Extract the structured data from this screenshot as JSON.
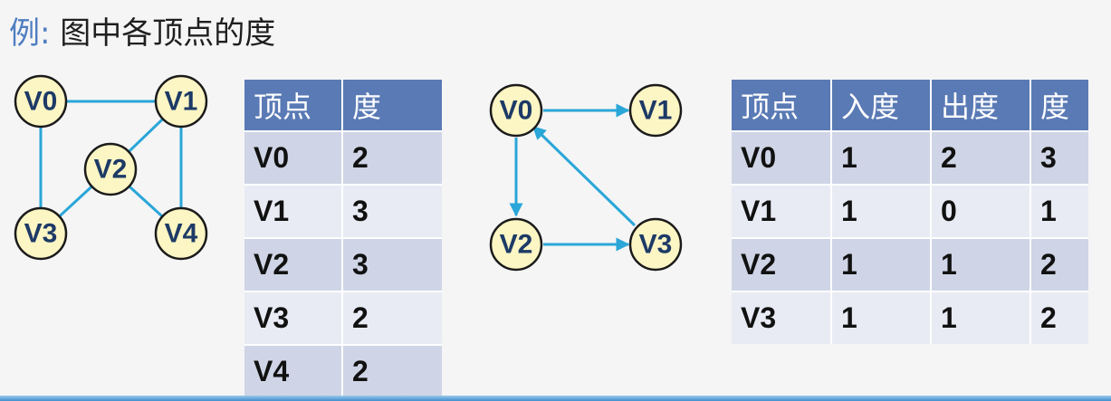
{
  "title": {
    "prefix": "例:",
    "text": "图中各顶点的度"
  },
  "undirected_graph": {
    "nodes": [
      "V0",
      "V1",
      "V2",
      "V3",
      "V4"
    ],
    "edges": [
      [
        "V0",
        "V1"
      ],
      [
        "V0",
        "V3"
      ],
      [
        "V1",
        "V2"
      ],
      [
        "V1",
        "V4"
      ],
      [
        "V2",
        "V3"
      ],
      [
        "V2",
        "V4"
      ]
    ]
  },
  "undirected_table": {
    "headers": [
      "顶点",
      "度"
    ],
    "rows": [
      [
        "V0",
        "2"
      ],
      [
        "V1",
        "3"
      ],
      [
        "V2",
        "3"
      ],
      [
        "V3",
        "2"
      ],
      [
        "V4",
        "2"
      ]
    ]
  },
  "directed_graph": {
    "nodes": [
      "V0",
      "V1",
      "V2",
      "V3"
    ],
    "arcs": [
      [
        "V0",
        "V1"
      ],
      [
        "V0",
        "V2"
      ],
      [
        "V2",
        "V3"
      ],
      [
        "V3",
        "V0"
      ]
    ]
  },
  "directed_table": {
    "headers": [
      "顶点",
      "入度",
      "出度",
      "度"
    ],
    "rows": [
      [
        "V0",
        "1",
        "2",
        "3"
      ],
      [
        "V1",
        "1",
        "0",
        "1"
      ],
      [
        "V2",
        "1",
        "1",
        "2"
      ],
      [
        "V3",
        "1",
        "1",
        "2"
      ]
    ]
  },
  "colors": {
    "edge": "#2aa6d8",
    "node_fill": "#fcf5c4",
    "header_bg": "#5a7ab5"
  }
}
